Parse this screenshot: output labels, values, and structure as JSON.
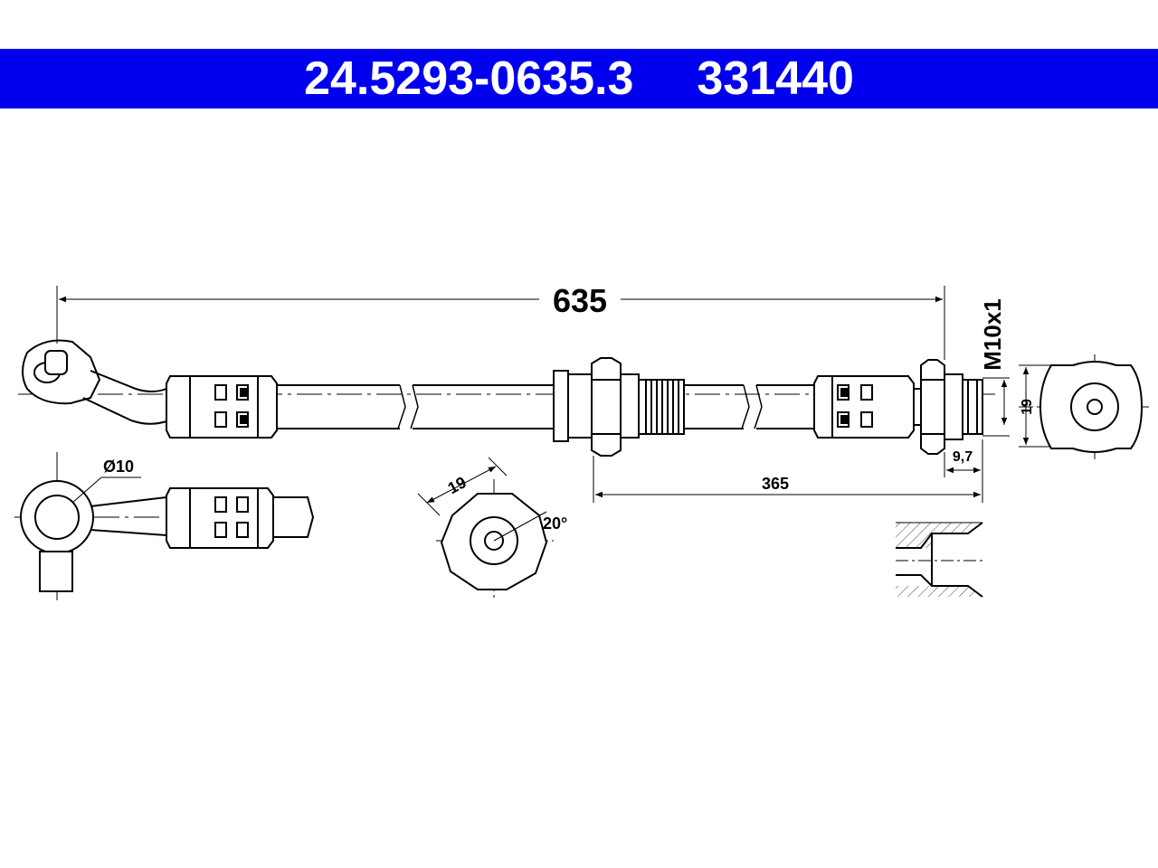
{
  "header": {
    "part_number": "24.5293-0635.3",
    "reference": "331440",
    "background_color": "#0000ee",
    "text_color": "#ffffff"
  },
  "dimensions": {
    "overall_length": "635",
    "thread": "M10x1",
    "hex_size_right": "19",
    "flange_width": "9,7",
    "distance": "365",
    "eye_diameter": "Ø10",
    "hex_size_bracket": "19",
    "angle": "20°"
  }
}
